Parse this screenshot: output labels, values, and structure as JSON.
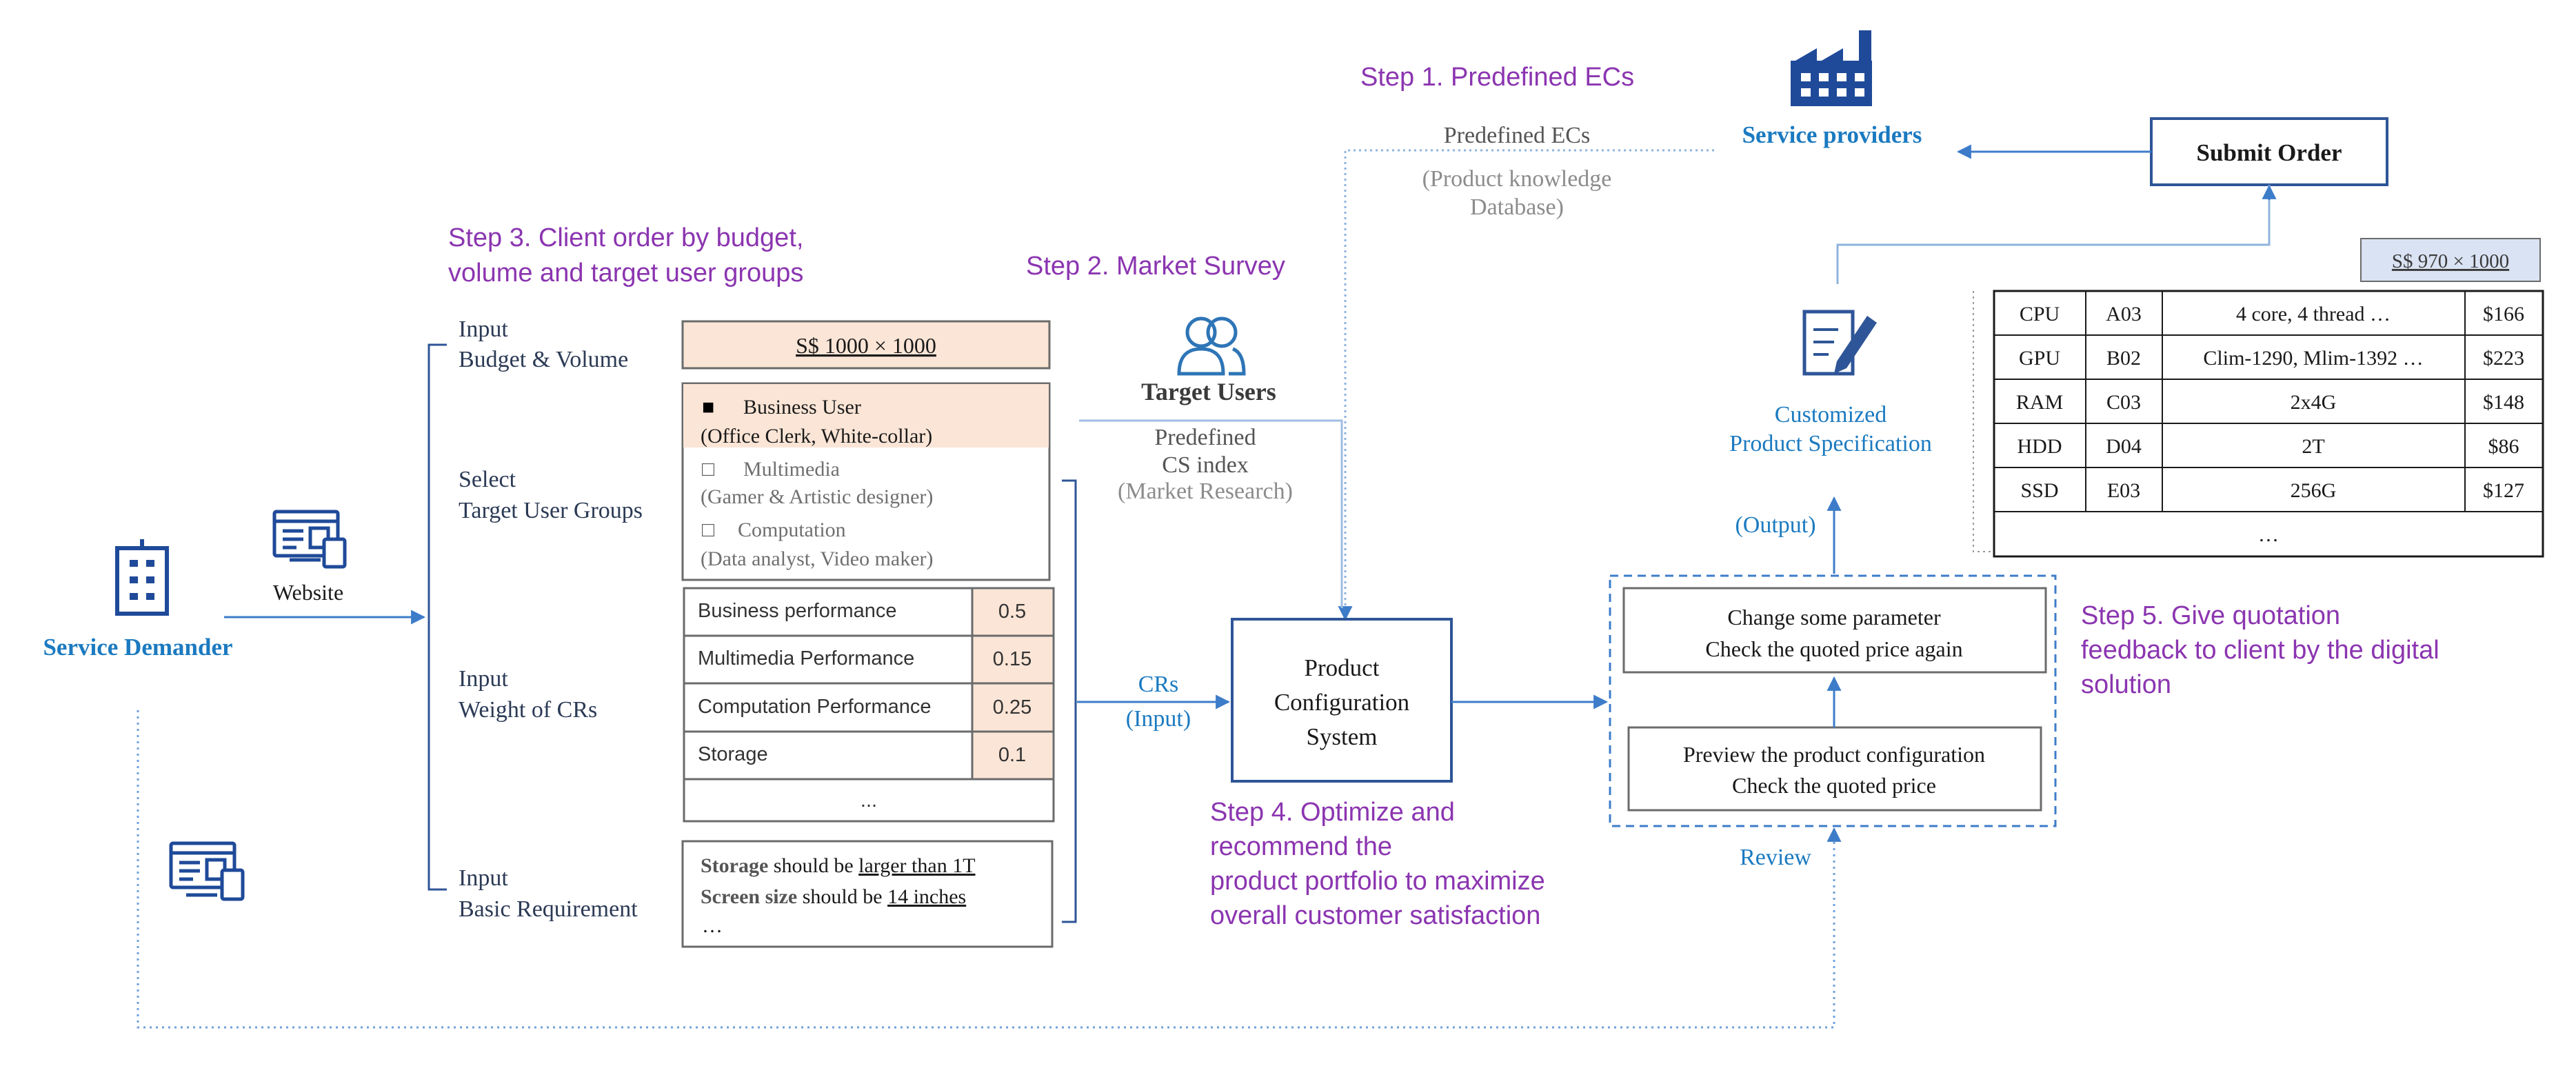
{
  "steps": {
    "step1": "Step 1. Predefined ECs",
    "step2": "Step 2. Market Survey",
    "step3_line1": "Step 3. Client order by budget,",
    "step3_line2": "volume and target user groups",
    "step4_line1": "Step 4. Optimize and",
    "step4_line2": "recommend the",
    "step4_line3": "product portfolio to maximize",
    "step4_line4": "overall customer satisfaction",
    "step5_line1": "Step 5. Give quotation",
    "step5_line2": "feedback to client by the digital",
    "step5_line3": "solution"
  },
  "service_providers": "Service providers",
  "submit_order": "Submit Order",
  "predefined_ecs": {
    "title": "Predefined ECs",
    "line2": "(Product knowledge",
    "line3": "Database)"
  },
  "service_demander": "Service Demander",
  "website": "Website",
  "inputs": {
    "budget_label1": "Input",
    "budget_label2": "Budget & Volume",
    "budget_value": "S$ 1000 × 1000",
    "groups_label1": "Select",
    "groups_label2": "Target User Groups",
    "weight_label1": "Input",
    "weight_label2": "Weight of CRs",
    "basic_label1": "Input",
    "basic_label2": "Basic Requirement"
  },
  "user_groups": [
    {
      "marker": "■",
      "name": "Business User",
      "desc": "(Office Clerk, White-collar)",
      "selected": true
    },
    {
      "marker": "□",
      "name": "Multimedia",
      "desc": "(Gamer & Artistic designer)",
      "selected": false
    },
    {
      "marker": "□",
      "name": "Computation",
      "desc": "(Data analyst, Video maker)",
      "selected": false
    }
  ],
  "weights": [
    {
      "name": "Business performance",
      "value": "0.5"
    },
    {
      "name": "Multimedia Performance",
      "value": "0.15"
    },
    {
      "name": "Computation Performance",
      "value": "0.25"
    },
    {
      "name": "Storage",
      "value": "0.1"
    }
  ],
  "weights_more": "...",
  "basic_req": {
    "r1_bold": "Storage",
    "r1_mid": " should be ",
    "r1_ul": "larger than 1T",
    "r2_bold": "Screen size",
    "r2_mid": " should be ",
    "r2_ul": "14 inches",
    "more": "…"
  },
  "target_users": {
    "title": "Target Users",
    "line1": "Predefined",
    "line2": "CS index",
    "line3": "(Market Research)"
  },
  "crs": {
    "line1": "CRs",
    "line2": "(Input)"
  },
  "pcs": {
    "line1": "Product",
    "line2": "Configuration",
    "line3": "System"
  },
  "output_label": "(Output)",
  "customized": {
    "line1": "Customized",
    "line2": "Product Specification"
  },
  "review": {
    "change_line1": "Change some parameter",
    "change_line2": "Check the quoted price again",
    "preview_line1": "Preview the product configuration",
    "preview_line2": "Check the quoted price",
    "label": "Review"
  },
  "quote_total": "S$ 970 × 1000",
  "spec_table": [
    [
      "CPU",
      "A03",
      "4 core, 4 thread …",
      "$166"
    ],
    [
      "GPU",
      "B02",
      "Clim-1290, Mlim-1392 …",
      "$223"
    ],
    [
      "RAM",
      "C03",
      "2x4G",
      "$148"
    ],
    [
      "HDD",
      "D04",
      "2T",
      "$86"
    ],
    [
      "SSD",
      "E03",
      "256G",
      "$127"
    ]
  ],
  "spec_more": "…",
  "colors": {
    "accent_blue": "#1b7ac0",
    "navy": "#1f3864",
    "step_purple": "#8b35b0",
    "peach": "#fbe5d6",
    "quote_fill": "#dae3f3"
  },
  "icons": [
    "factory-icon",
    "building-icon",
    "website-icon",
    "devices-icon",
    "users-icon",
    "document-edit-icon"
  ]
}
